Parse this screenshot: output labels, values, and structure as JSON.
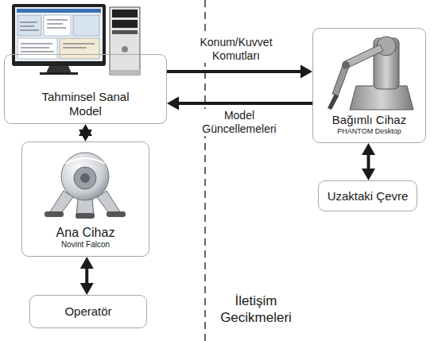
{
  "diagram": {
    "nodes": [
      {
        "text": [
          "Tahminsel Sanal Model"
        ]
      },
      {
        "text": [
          "Ana Cihaz",
          "Novint Falcon"
        ]
      },
      {
        "text": [
          "Operatör"
        ]
      },
      {
        "text": [
          "Bağımlı Cihaz",
          "PHANTOM Desktop"
        ]
      },
      {
        "text": [
          "Uzaktaki Çevre"
        ]
      }
    ],
    "edges": [
      {
        "from": 0,
        "to": 3,
        "arrow": "to",
        "label": "Konum/Kuvvet Komutları"
      },
      {
        "from": 3,
        "to": 0,
        "arrow": "to",
        "label": "Model Güncellemeleri"
      },
      {
        "from": 0,
        "to": 1,
        "arrow": "both"
      },
      {
        "from": 1,
        "to": 2,
        "arrow": "both"
      },
      {
        "from": 3,
        "to": 4,
        "arrow": "both"
      }
    ],
    "labels": [
      "İletişim Gecikmeleri"
    ]
  }
}
